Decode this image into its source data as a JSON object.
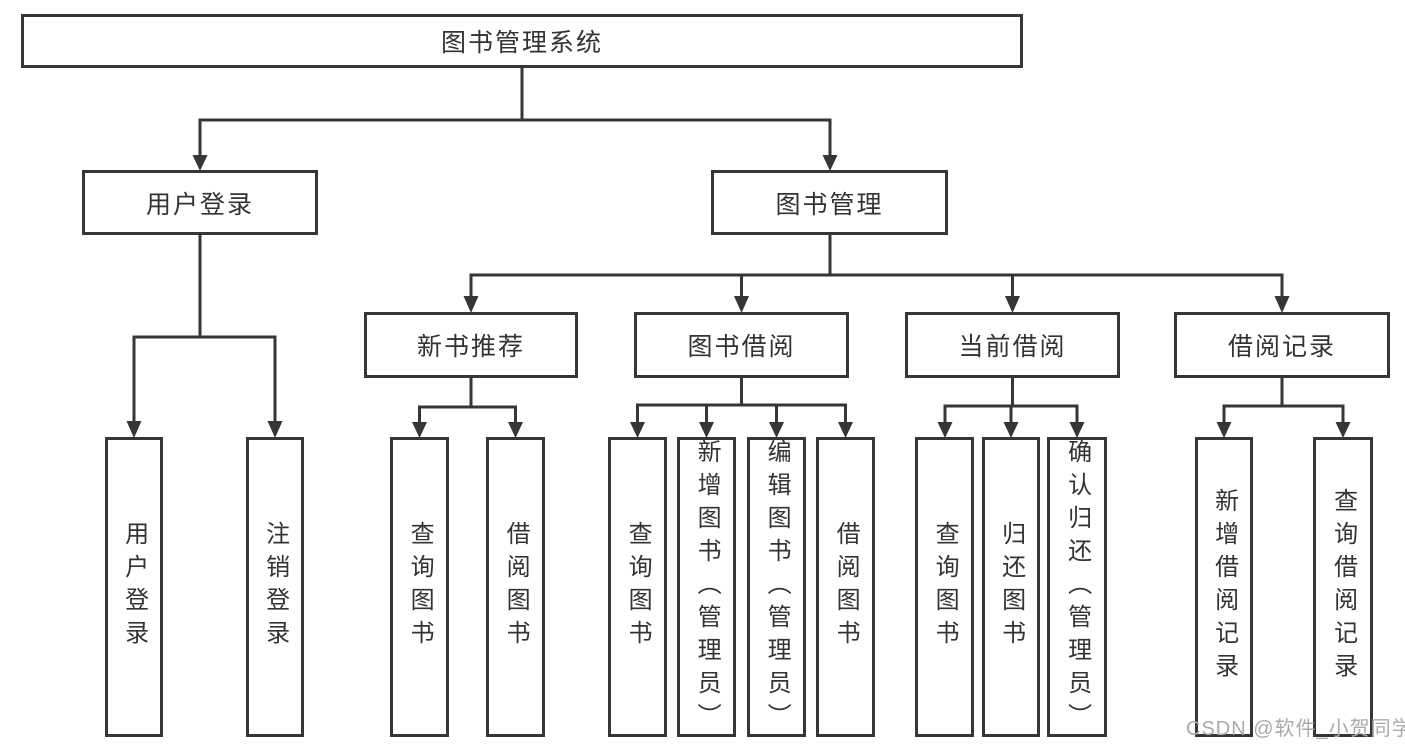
{
  "diagram": {
    "root": {
      "label": "图书管理系统"
    },
    "level2": {
      "user_login": {
        "label": "用户登录"
      },
      "book_mgmt": {
        "label": "图书管理"
      }
    },
    "level3": {
      "new_book": {
        "label": "新书推荐"
      },
      "book_borrow": {
        "label": "图书借阅"
      },
      "current_borrow": {
        "label": "当前借阅"
      },
      "borrow_record": {
        "label": "借阅记录"
      }
    },
    "leaves": {
      "login_user": {
        "label": "用户登录"
      },
      "login_logout": {
        "label": "注销登录"
      },
      "newbook_query": {
        "label": "查询图书"
      },
      "newbook_borrow": {
        "label": "借阅图书"
      },
      "borrow_query": {
        "label": "查询图书"
      },
      "borrow_add": {
        "label": "新增图书（管理员）"
      },
      "borrow_edit": {
        "label": "编辑图书（管理员）"
      },
      "borrow_borrow": {
        "label": "借阅图书"
      },
      "current_query": {
        "label": "查询图书"
      },
      "current_return": {
        "label": "归还图书"
      },
      "current_confirm": {
        "label": "确认归还（管理员）"
      },
      "record_add": {
        "label": "新增借阅记录"
      },
      "record_query": {
        "label": "查询借阅记录"
      }
    }
  },
  "watermark": {
    "text": "CSDN @软件_小贺同学"
  },
  "colors": {
    "line": "#363636",
    "text": "#333333",
    "watermark": "#aaaaaa",
    "background": "#ffffff"
  }
}
